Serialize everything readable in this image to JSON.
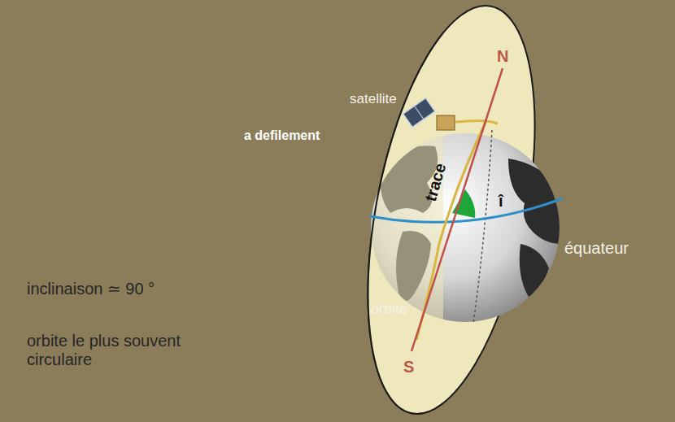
{
  "diagram": {
    "labels": [
      "satellite",
      "a defilement",
      "trace",
      "î",
      "N",
      "S",
      "équateur",
      "orbite",
      "inclinaison ≃ 90 °",
      "orbite le plus souvent circulaire"
    ]
  }
}
